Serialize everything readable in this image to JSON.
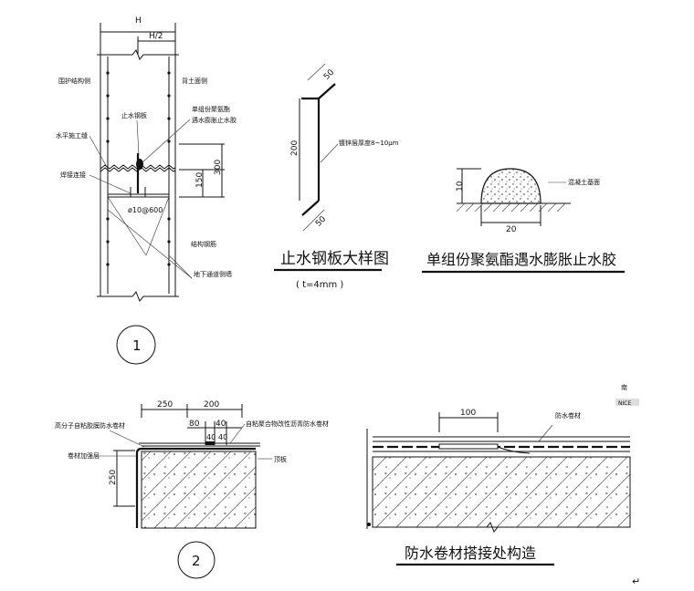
{
  "detail1": {
    "dim_H": "H",
    "dim_H2": "H/2",
    "left_side": "围护结构侧",
    "right_side": "背土面侧",
    "stop_plate": "止水钢板",
    "sealant1": "单组份聚氨酯",
    "sealant2": "遇水膨胀止水胶",
    "construction_joint": "水平施工缝",
    "weld": "焊接连接",
    "rebar_spec": "ø10@600",
    "dim_300": "300",
    "dim_150": "150",
    "structural_rebar": "结构钢筋",
    "side_wall": "地下通道侧墙",
    "number": "1"
  },
  "plate_detail": {
    "dim_50_top": "50",
    "dim_200": "200",
    "dim_50_bottom": "50",
    "galvanize": "镀锌层厚度8~10μm",
    "title": "止水钢板大样图",
    "thickness": "( t=4mm )"
  },
  "sealant_detail": {
    "dim_10": "10",
    "dim_20": "20",
    "concrete_base": "混凝土基面",
    "title": "单组份聚氨酯遇水膨胀止水胶"
  },
  "detail2": {
    "dim_250_top": "250",
    "dim_200": "200",
    "dim_80": "80",
    "dim_40a": "40",
    "dim_40b": "40",
    "dim_40c": "40",
    "membrane_left": "高分子自粘胶膜防水卷材",
    "membrane_right": "自粘聚合物改性沥青防水卷材",
    "reinforce": "卷材加强层",
    "roof_slab": "顶板",
    "dim_250_side": "250",
    "number": "2"
  },
  "lap_detail": {
    "dim_100": "100",
    "membrane": "防水卷材",
    "title": "防水卷材搭接处构造",
    "corner_mark": "南",
    "corner_badge": "NICE"
  },
  "return_mark": "↵"
}
